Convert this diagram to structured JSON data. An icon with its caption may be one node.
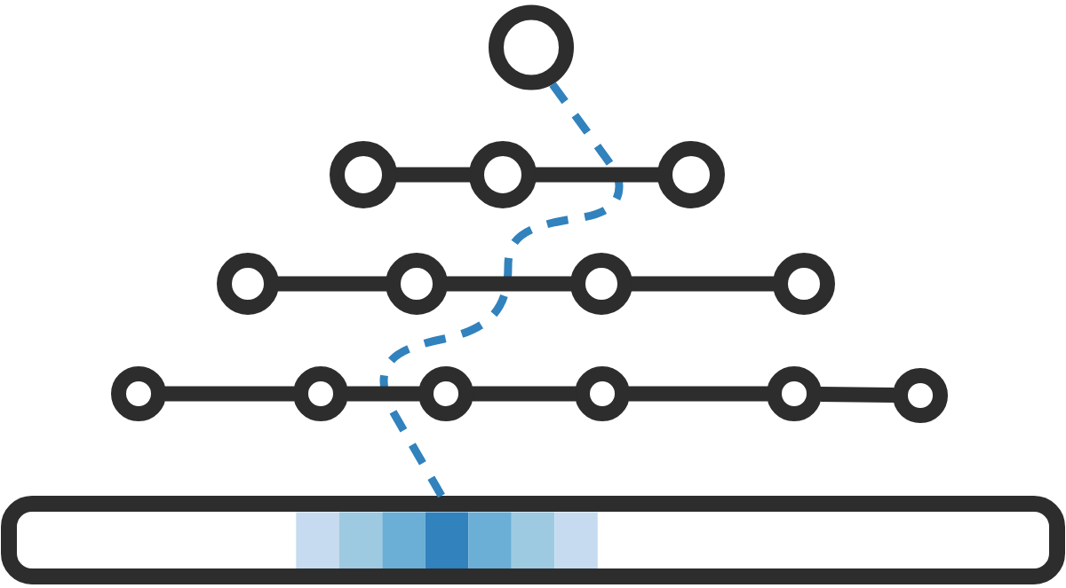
{
  "diagram": {
    "nodes": [
      {
        "text": [],
        "shape": "circle"
      },
      {
        "text": [],
        "shape": "circle"
      },
      {
        "text": [],
        "shape": "circle"
      },
      {
        "text": [],
        "shape": "circle"
      },
      {
        "text": [],
        "shape": "circle"
      },
      {
        "text": [],
        "shape": "circle"
      },
      {
        "text": [],
        "shape": "circle"
      },
      {
        "text": [],
        "shape": "circle"
      },
      {
        "text": [],
        "shape": "circle"
      },
      {
        "text": [],
        "shape": "circle"
      },
      {
        "text": [],
        "shape": "circle"
      },
      {
        "text": [],
        "shape": "circle"
      },
      {
        "text": [],
        "shape": "circle"
      },
      {
        "text": [],
        "shape": "circle"
      },
      {
        "text": [],
        "shape": "bar"
      }
    ],
    "edges": [
      {
        "from": 1,
        "to": 2,
        "arrow": "none"
      },
      {
        "from": 2,
        "to": 3,
        "arrow": "none"
      },
      {
        "from": 4,
        "to": 5,
        "arrow": "none"
      },
      {
        "from": 5,
        "to": 6,
        "arrow": "none"
      },
      {
        "from": 6,
        "to": 7,
        "arrow": "none"
      },
      {
        "from": 8,
        "to": 9,
        "arrow": "none"
      },
      {
        "from": 9,
        "to": 10,
        "arrow": "none"
      },
      {
        "from": 10,
        "to": 11,
        "arrow": "none"
      },
      {
        "from": 11,
        "to": 12,
        "arrow": "none"
      },
      {
        "from": 12,
        "to": 13,
        "arrow": "none"
      },
      {
        "from": 0,
        "to": 14,
        "arrow": "none",
        "style": "dashed",
        "color": "#3182bd"
      }
    ]
  }
}
